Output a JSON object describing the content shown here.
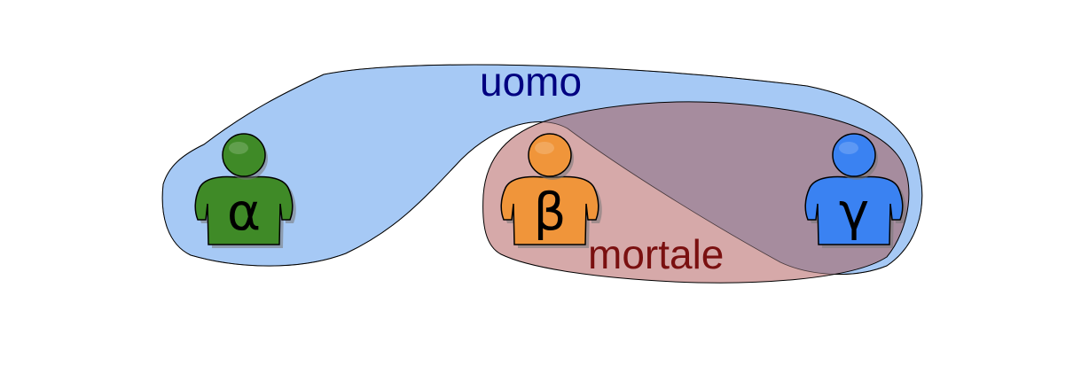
{
  "sets": {
    "uomo": {
      "label": "uomo",
      "fill": "#a6c9f5",
      "text_color": "#000080"
    },
    "mortale": {
      "label": "mortale",
      "fill": "#d3a3a3",
      "overlap_fill": "#a68c9e",
      "text_color": "#7a1010"
    }
  },
  "people": [
    {
      "letter": "α",
      "color": "#3f8a27",
      "shadow": "#244f16",
      "icon": "person-icon",
      "member_of": [
        "uomo"
      ]
    },
    {
      "letter": "β",
      "color": "#f0953a",
      "shadow": "#a25a14",
      "icon": "person-icon",
      "member_of": [
        "mortale"
      ]
    },
    {
      "letter": "γ",
      "color": "#3a82f2",
      "shadow": "#1c4aa0",
      "icon": "person-icon",
      "member_of": [
        "uomo",
        "mortale"
      ]
    }
  ]
}
